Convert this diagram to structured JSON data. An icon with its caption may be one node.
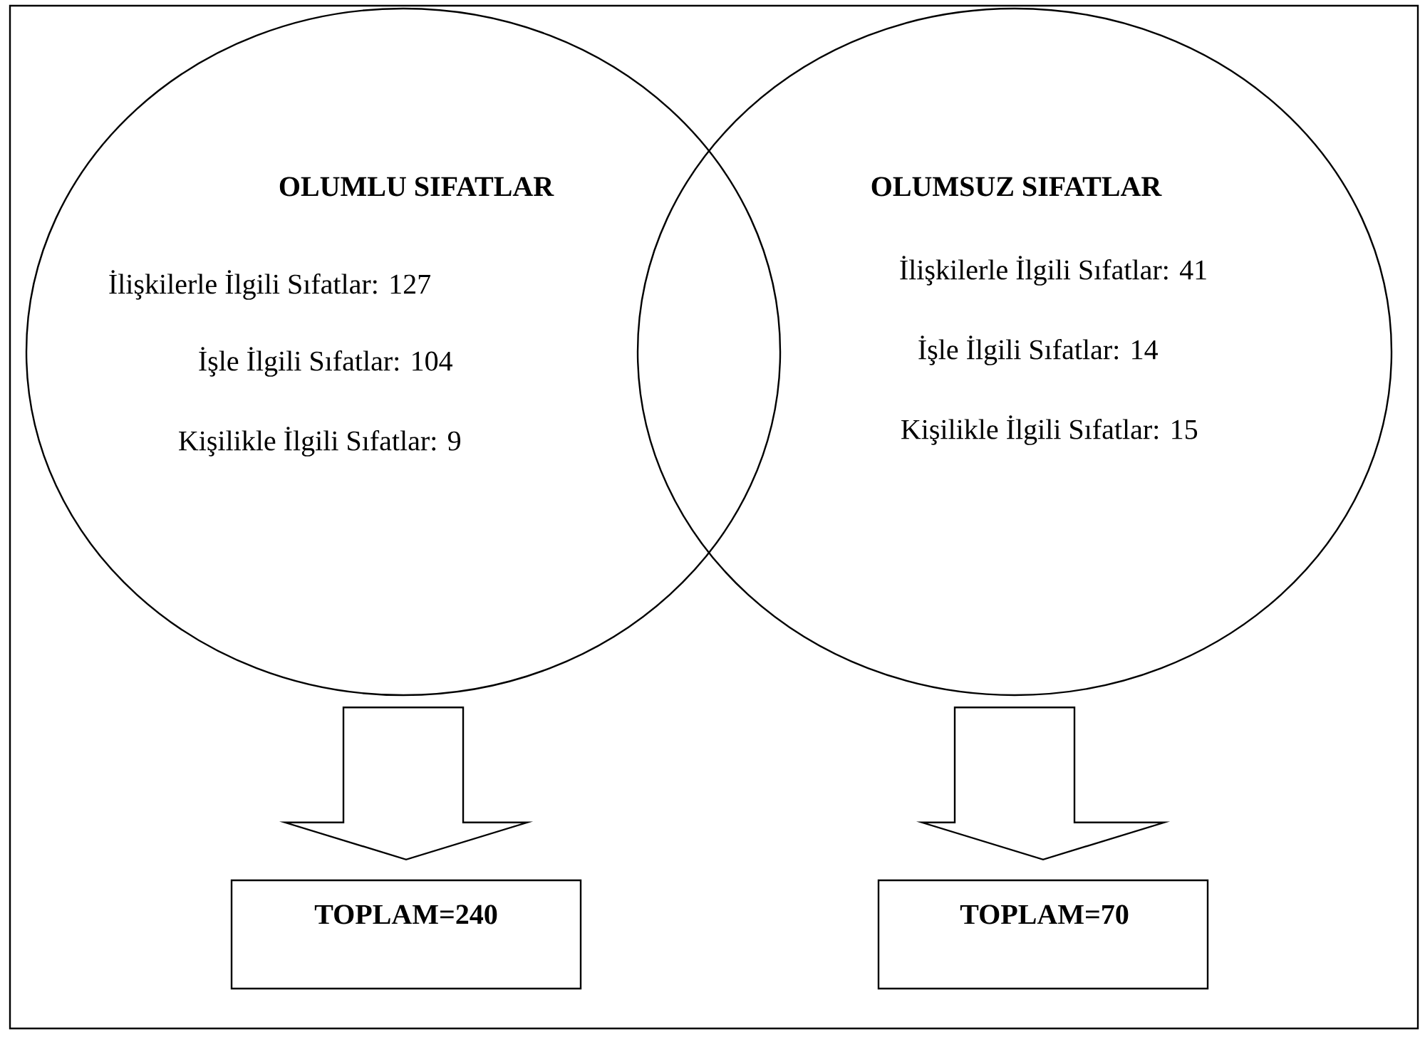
{
  "diagram": {
    "nodes": [
      {
        "text": [
          "OLUMLU SIFATLAR",
          "İlişkilerle İlgili Sıfatlar: 127",
          "İşle İlgili Sıfatlar: 104",
          "Kişilikle İlgili Sıfatlar: 9"
        ]
      },
      {
        "text": [
          "OLUMSUZ SIFATLAR",
          "İlişkilerle İlgili Sıfatlar: 41",
          "İşle İlgili Sıfatlar: 14",
          "Kişilikle İlgili Sıfatlar: 15"
        ]
      },
      {
        "text": [
          "TOPLAM=240"
        ]
      },
      {
        "text": [
          "TOPLAM=70"
        ]
      }
    ],
    "edges": [
      {
        "from": 0,
        "to": 2,
        "arrow": "to"
      },
      {
        "from": 1,
        "to": 3,
        "arrow": "to"
      }
    ]
  }
}
